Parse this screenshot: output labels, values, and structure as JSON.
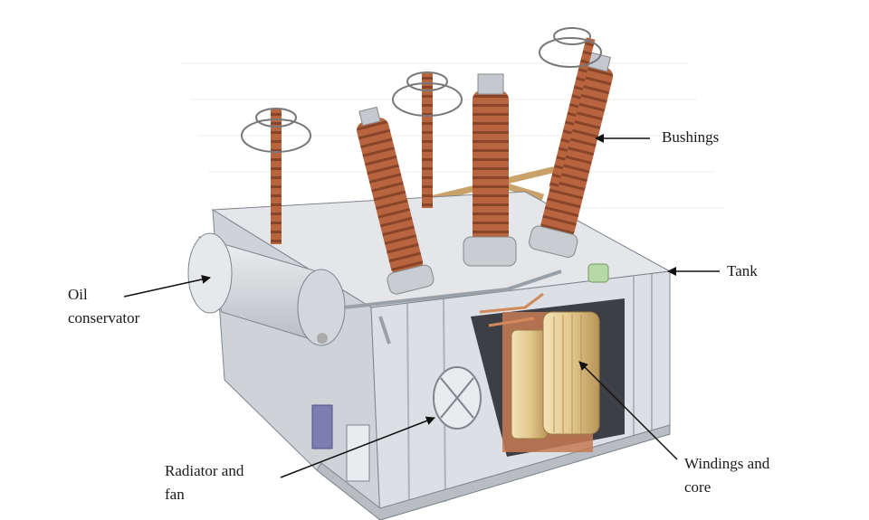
{
  "labels": {
    "bushings": "Bushings",
    "tank": "Tank",
    "oil_conservator_line1": "Oil",
    "oil_conservator_line2": "conservator",
    "radiator_line1": "Radiator and",
    "radiator_line2": "fan",
    "windings_line1": "Windings and",
    "windings_line2": "core"
  },
  "colors": {
    "bushing": "#b8653f",
    "bushing_dark": "#8a4428",
    "tank": "#dcdfe3",
    "tank_shadow": "#b9bdc3",
    "winding": "#e8cf97",
    "winding_dark": "#c9a865",
    "copper": "#c77a52",
    "frame": "#c9a26a",
    "blue_box": "#7a7fb0",
    "green": "#b7d9a8"
  }
}
